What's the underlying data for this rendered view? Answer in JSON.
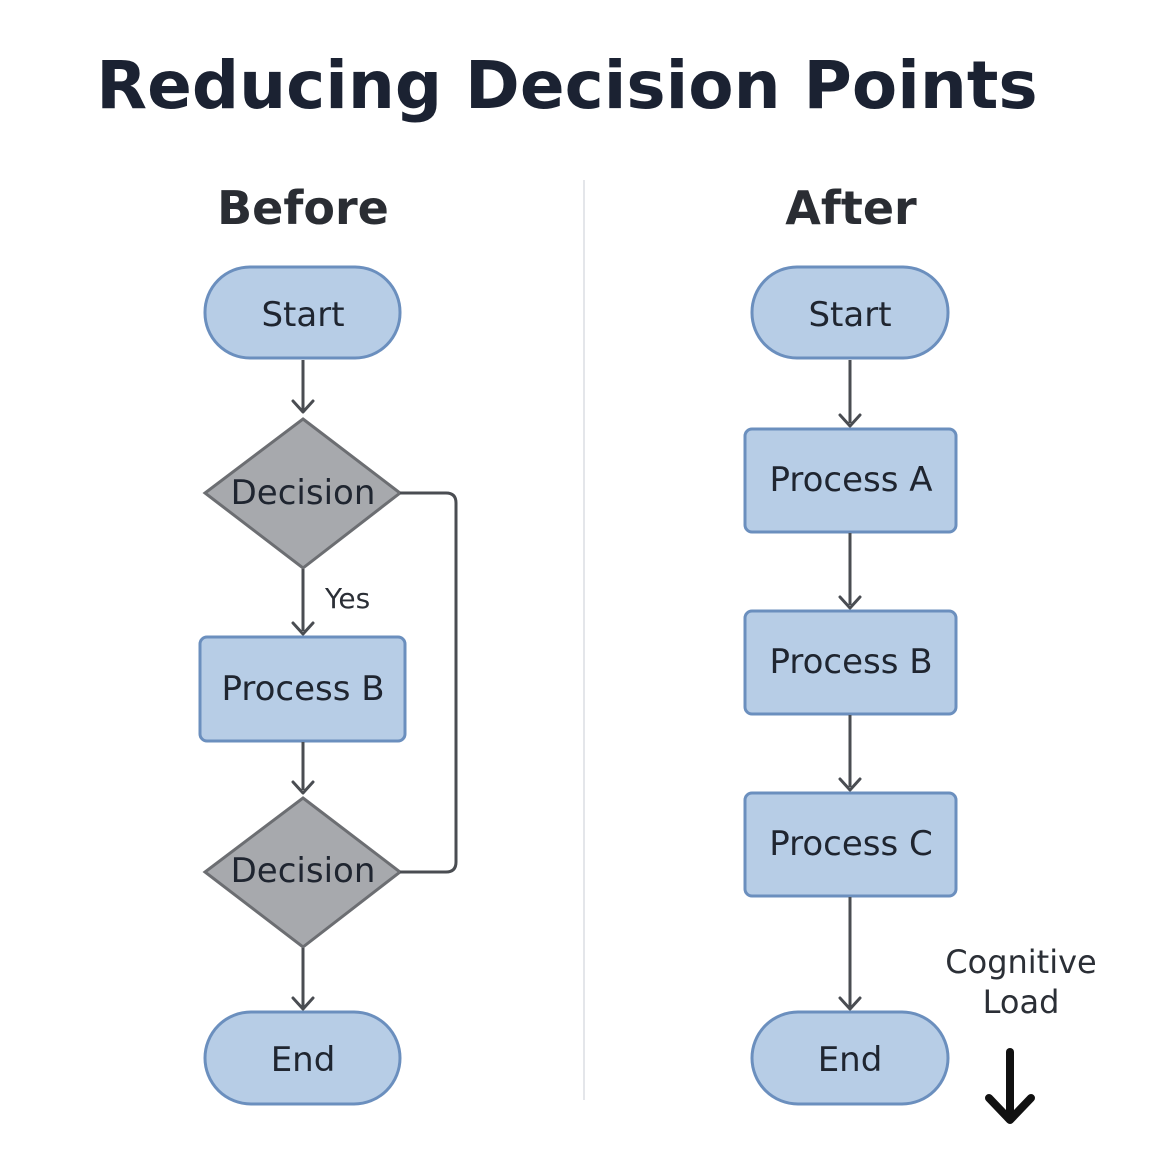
{
  "title": "Reducing Decision Points",
  "before": {
    "heading": "Before",
    "start": "Start",
    "decision_1": "Decision",
    "yes_label": "Yes",
    "process_b": "Process B",
    "decision_2": "Decision",
    "end": "End"
  },
  "after": {
    "heading": "After",
    "start": "Start",
    "process_a": "Process A",
    "process_b": "Process B",
    "process_c": "Process C",
    "end": "End"
  },
  "cognitive_load": {
    "line_1": "Cognitive",
    "line_2": "Load",
    "direction": "down"
  },
  "colors": {
    "terminal_fill": "#b7cde6",
    "terminal_stroke": "#6b8fbe",
    "decision_fill": "#a7a9ad",
    "decision_stroke": "#6c6e72",
    "connector": "#4a4d52",
    "title": "#1b2232"
  }
}
